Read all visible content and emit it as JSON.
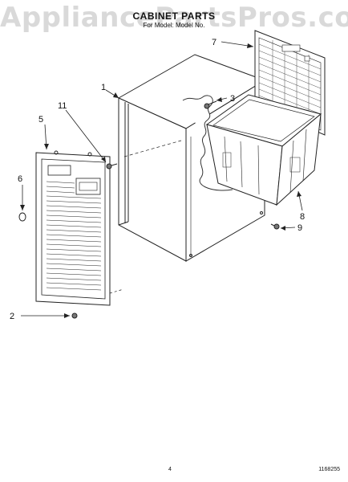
{
  "header": {
    "title": "CABINET PARTS",
    "subtitle": "For Model: Model No.",
    "watermark": "AppliancePartsPros.com"
  },
  "callouts": [
    "1",
    "2",
    "3",
    "5",
    "6",
    "7",
    "8",
    "9",
    "11"
  ],
  "footer": {
    "page_number": "4",
    "document_number": "1168255"
  }
}
